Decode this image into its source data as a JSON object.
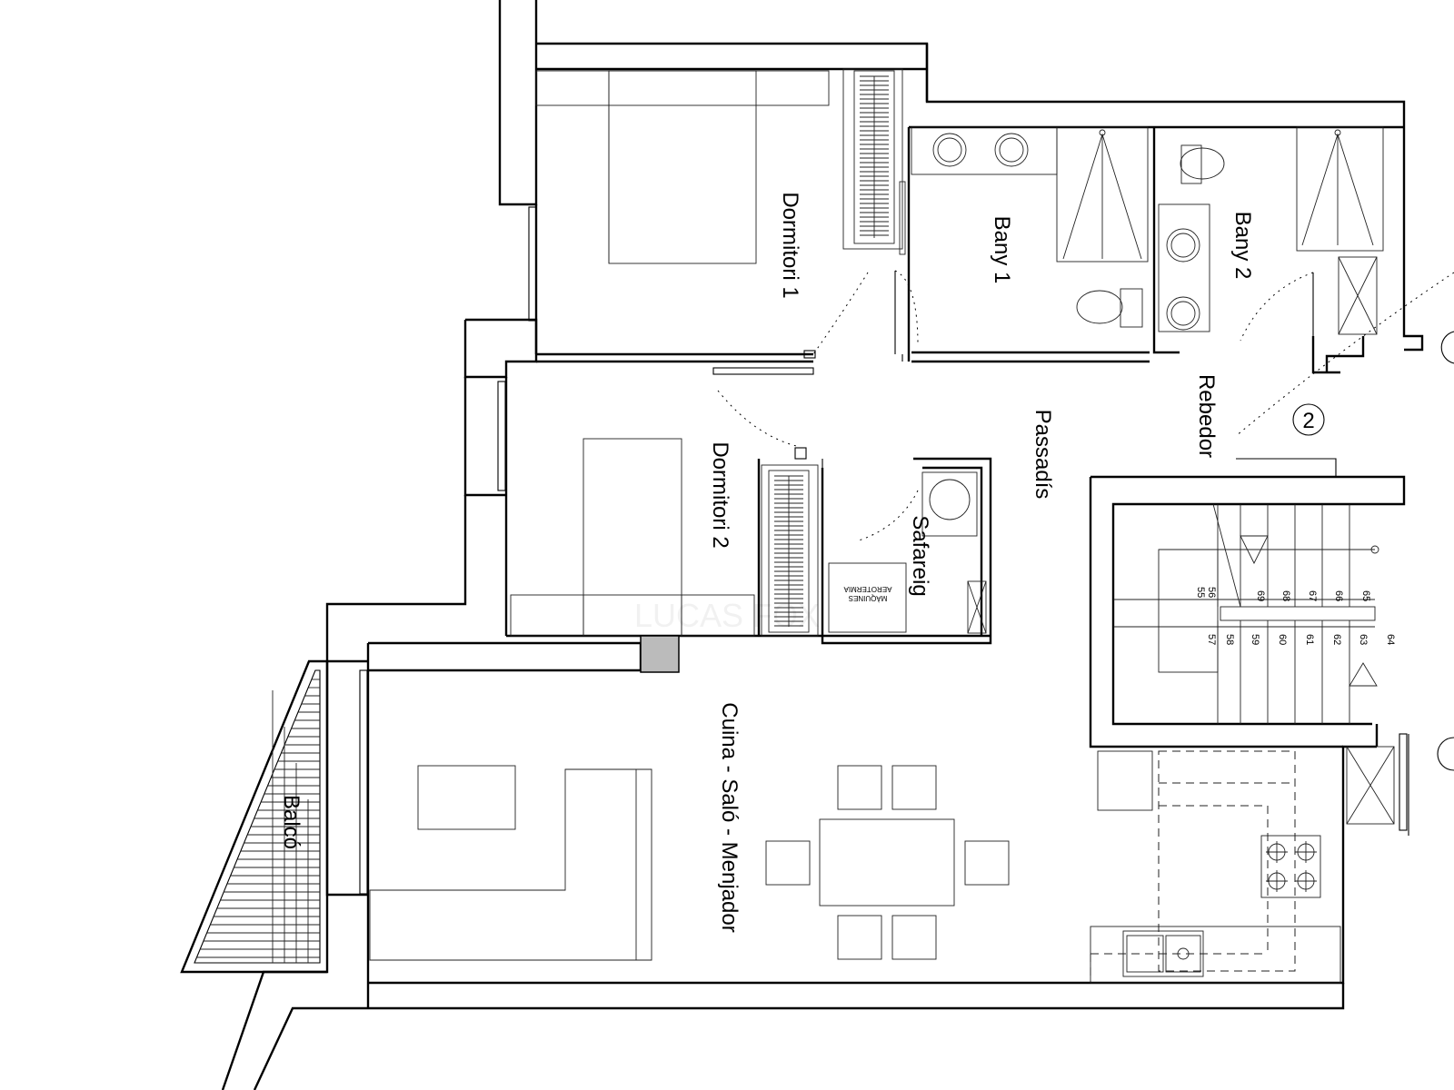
{
  "rooms": {
    "dormitori1": "Dormitori 1",
    "dormitori2": "Dormitori 2",
    "bany1": "Bany 1",
    "bany2": "Bany 2",
    "passadis": "Passadís",
    "rebedor": "Rebedor",
    "safareig": "Safareig",
    "cuina_salo_menjador": "Cuina - Saló - Menjador",
    "balco": "Balcó"
  },
  "machines": {
    "line1": "MÀQUINES",
    "line2": "AEROTERMIA"
  },
  "markers": {
    "entrance": "2"
  },
  "stairs": {
    "upper_steps": [
      "69",
      "68",
      "67",
      "66",
      "65"
    ],
    "landing": [
      "55",
      "56"
    ],
    "lower_steps": [
      "57",
      "58",
      "59",
      "60",
      "61",
      "62",
      "63",
      "64"
    ]
  },
  "watermark": "LUCAS FOX"
}
